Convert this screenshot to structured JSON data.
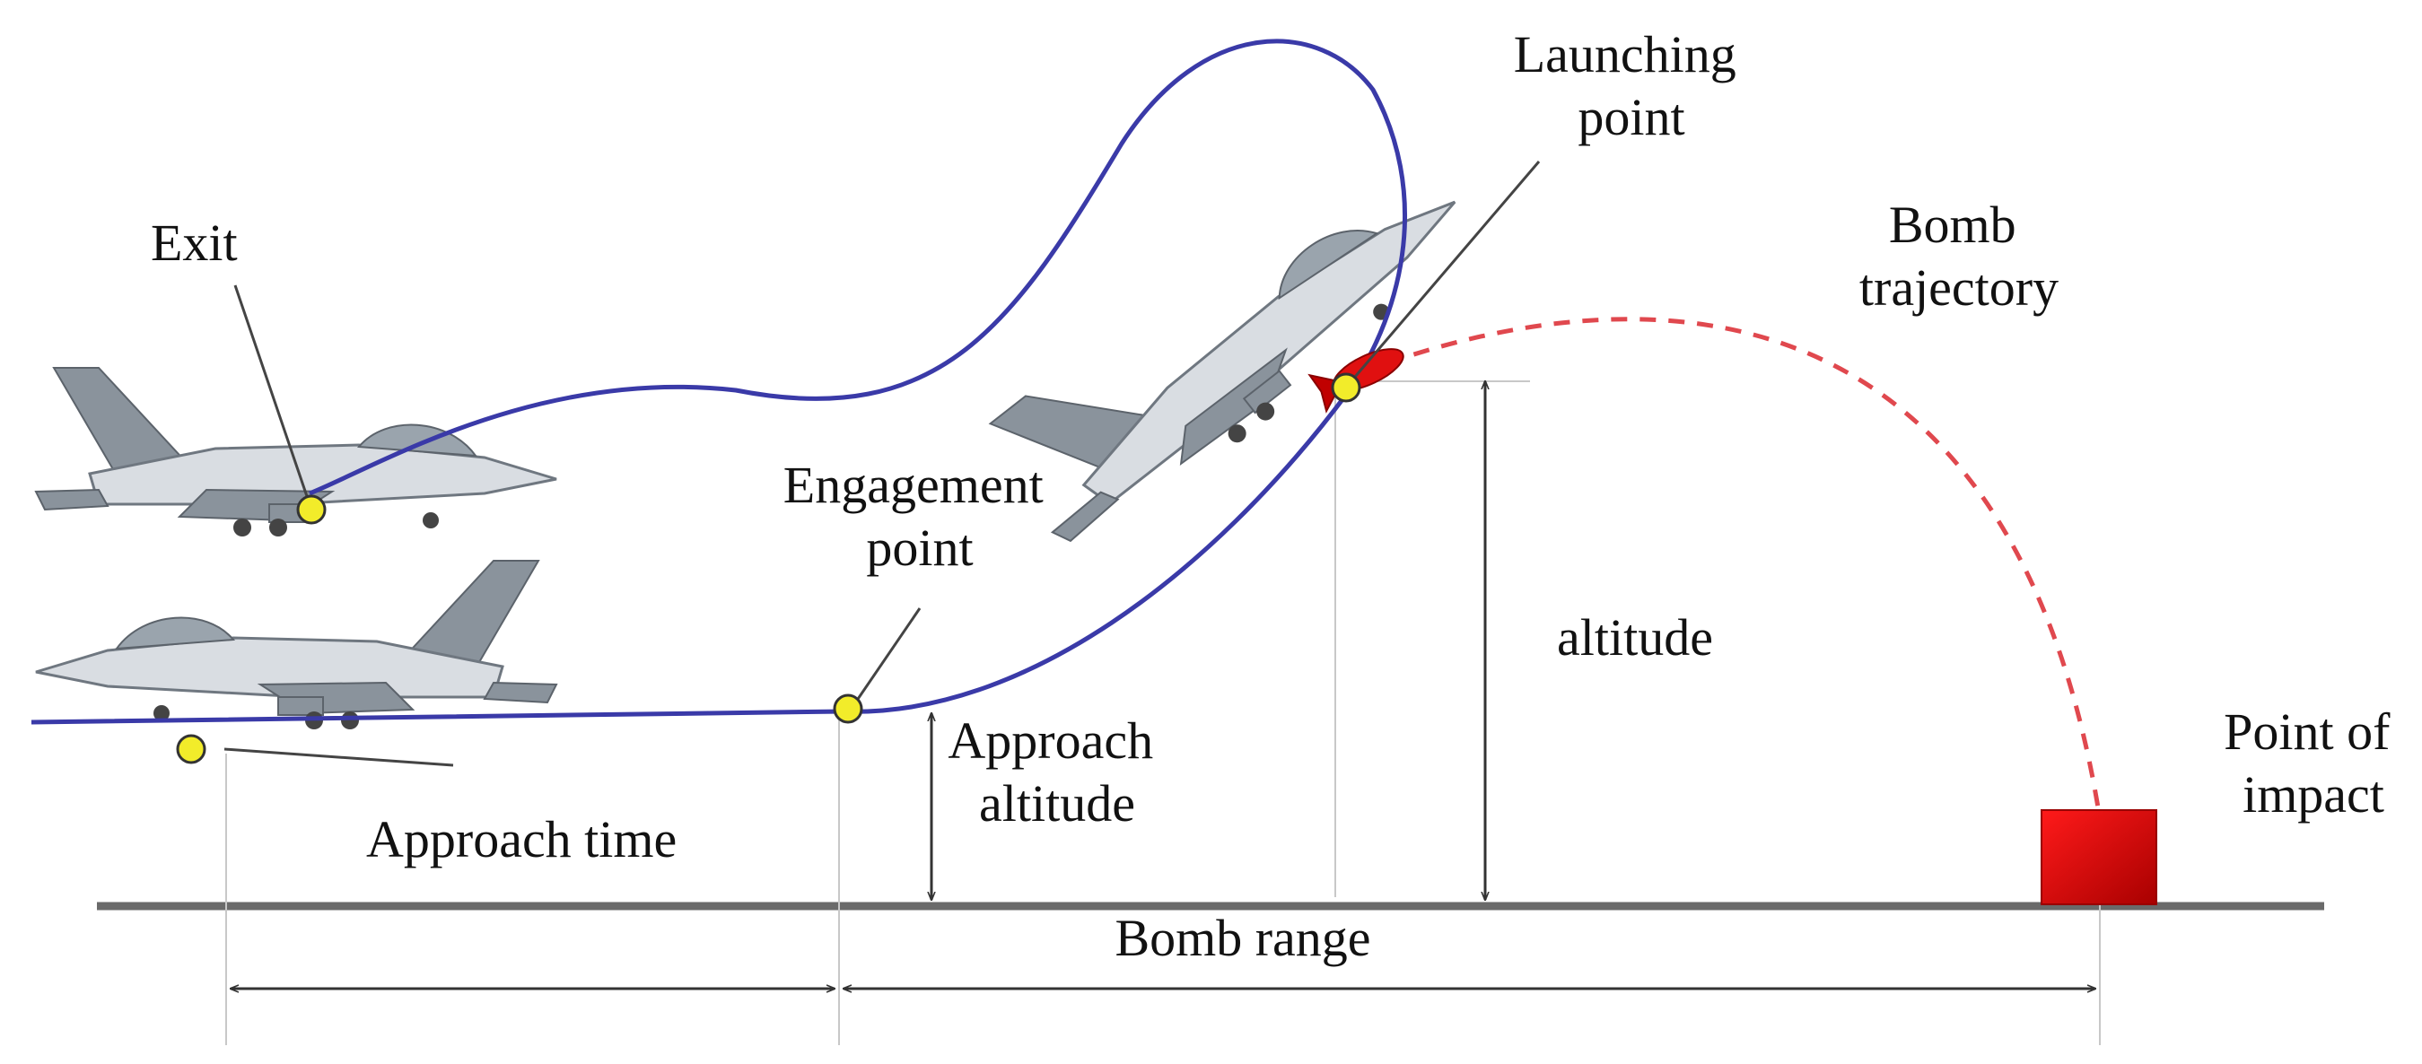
{
  "labels": {
    "exit": "Exit",
    "engagement": [
      "Engagement",
      "point"
    ],
    "launching": [
      "Launching",
      "point"
    ],
    "bomb_trajectory": [
      "Bomb",
      "trajectory"
    ],
    "altitude": "altitude",
    "approach_altitude": [
      "Approach",
      "altitude"
    ],
    "approach_time": "Approach time",
    "point_of_impact": [
      "Point of",
      "impact"
    ],
    "bomb_range": "Bomb range"
  },
  "colors": {
    "flight_path": "#3a3aa8",
    "bomb_trajectory": "#e0484e",
    "target": "#d40000",
    "marker": "#f2ec2a",
    "ground": "#6a6a6a"
  },
  "icons": [
    "fighter-jet-icon",
    "bomb-icon",
    "target-box-icon"
  ]
}
